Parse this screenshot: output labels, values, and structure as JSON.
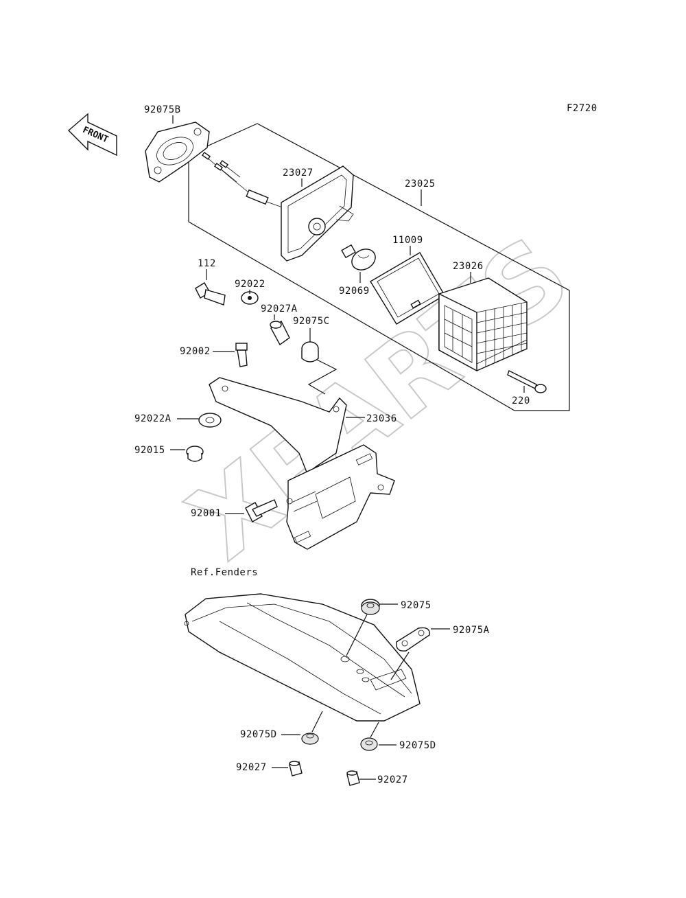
{
  "figure_code": "F2720",
  "front_label": "FRONT",
  "reference_note": "Ref.Fenders",
  "watermark": "XPARTS",
  "parts": {
    "p92075B": "92075B",
    "p23027": "23027",
    "p23025": "23025",
    "p11009": "11009",
    "p23026": "23026",
    "p92069": "92069",
    "p112": "112",
    "p92022": "92022",
    "p92027A": "92027A",
    "p92075C": "92075C",
    "p92002": "92002",
    "p23036": "23036",
    "p92022A": "92022A",
    "p220": "220",
    "p92015": "92015",
    "p92001": "92001",
    "p92075": "92075",
    "p92075A": "92075A",
    "p92075D_left": "92075D",
    "p92075D_right": "92075D",
    "p92027_left": "92027",
    "p92027_right": "92027"
  }
}
